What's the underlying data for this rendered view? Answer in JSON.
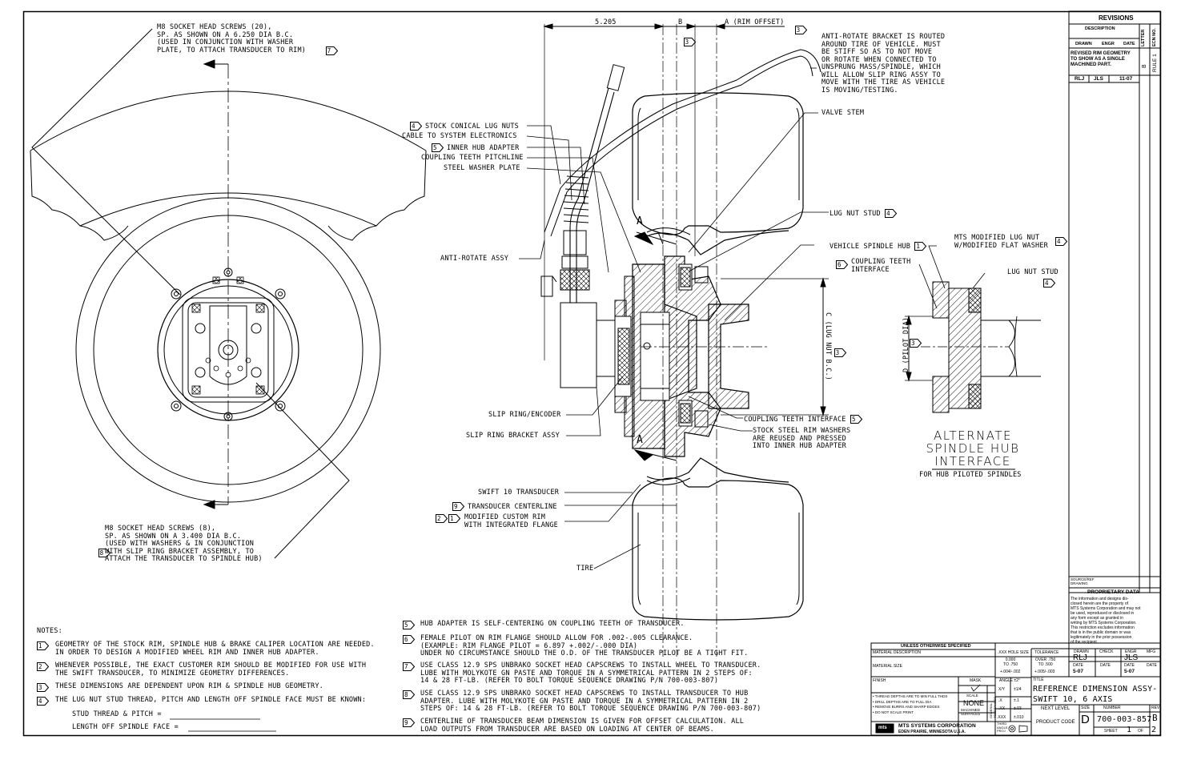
{
  "callouts": {
    "m8_20": "M8 SOCKET HEAD SCREWS (20),\nSP. AS SHOWN ON A 6.250 DIA B.C.\n(USED IN CONJUNCTION WITH WASHER\nPLATE, TO ATTACH TRANSDUCER TO RIM)",
    "m8_8": "M8 SOCKET HEAD SCREWS (8),\nSP. AS SHOWN ON A 3.400 DIA B.C.\n(USED WITH WASHERS & IN CONJUNCTION\nWITH SLIP RING BRACKET ASSEMBLY, TO\nATTACH THE TRANSDUCER TO SPINDLE HUB)",
    "m8_20_flag": "7",
    "m8_8_flag": "8",
    "dim_5205": "5.205",
    "dim_b": "B",
    "dim_a": "A (RIM OFFSET)",
    "dim_c": "C (LUG NUT B.C.)",
    "dim_d": "D (PILOT DIA)",
    "flag_3": "3",
    "section_a": "A",
    "anti_rotate_bracket": "ANTI-ROTATE BRACKET IS ROUTED\nAROUND TIRE OF VEHICLE. MUST\nBE STIFF SO AS TO NOT MOVE\nOR ROTATE WHEN CONNECTED TO\nUNSPRUNG MASS/SPINDLE, WHICH\nWILL ALLOW SLIP RING ASSY TO\nMOVE WITH THE TIRE AS VEHICLE\nIS MOVING/TESTING.",
    "valve_stem": "VALVE STEM",
    "stock_lug_nuts": "STOCK CONICAL LUG NUTS",
    "stock_lug_nuts_flag": "4",
    "cable": "CABLE TO SYSTEM ELECTRONICS",
    "inner_hub": "INNER HUB ADAPTER",
    "inner_hub_flag": "5",
    "pitchline": "COUPLING TEETH PITCHLINE",
    "washer_plate": "STEEL WASHER PLATE",
    "lug_nut_stud": "LUG NUT STUD",
    "lug_nut_stud_flag": "4",
    "vehicle_spindle_hub": "VEHICLE SPINDLE HUB",
    "vehicle_spindle_hub_flag": "1",
    "anti_rotate_assy": "ANTI-ROTATE ASSY",
    "slip_ring_encoder": "SLIP RING/ENCODER",
    "slip_ring_bracket": "SLIP RING BRACKET ASSY",
    "coupling_interface": "COUPLING TEETH INTERFACE",
    "coupling_interface_flag": "5",
    "stock_washers": "STOCK STEEL RIM WASHERS\nARE REUSED AND PRESSED\nINTO INNER HUB ADAPTER",
    "swift_transducer": "SWIFT 10 TRANSDUCER",
    "transducer_centerline": "TRANSDUCER CENTERLINE",
    "transducer_centerline_flag": "9",
    "modified_rim": "MODIFIED CUSTOM RIM\nWITH INTEGRATED FLANGE",
    "modified_rim_flags": [
      "2",
      "1"
    ],
    "tire": "TIRE",
    "mts_lug_nut": "MTS MODIFIED LUG NUT\nW/MODIFIED FLAT WASHER",
    "mts_lug_nut_flag": "4",
    "coupling_teeth_int": "COUPLING TEETH\nINTERFACE",
    "coupling_teeth_int_flag": "6",
    "lug_nut_stud_2": "LUG NUT STUD",
    "lug_nut_stud_2_flag": "4",
    "alt_title": "ALTERNATE\nSPINDLE HUB\nINTERFACE",
    "alt_sub": "FOR HUB PILOTED SPINDLES"
  },
  "notes": {
    "heading": "NOTES:",
    "items": [
      {
        "flag": "1",
        "text": "GEOMETRY OF THE STOCK RIM, SPINDLE HUB & BRAKE CALIPER LOCATION ARE NEEDED.\nIN ORDER TO DESIGN A MODIFIED WHEEL RIM AND INNER HUB ADAPTER."
      },
      {
        "flag": "2",
        "text": "WHENEVER POSSIBLE, THE EXACT CUSTOMER RIM SHOULD BE MODIFIED FOR USE WITH\nTHE SWIFT TRANSDUCER, TO MINIMIZE GEOMETRY DIFFERENCES."
      },
      {
        "flag": "3",
        "text": "THESE DIMENSIONS ARE DEPENDENT UPON RIM & SPINDLE HUB GEOMETRY."
      },
      {
        "flag": "4",
        "text": "THE LUG NUT STUD THREAD, PITCH AND LENGTH OFF SPINDLE FACE MUST BE KNOWN:"
      }
    ],
    "stud_thread": "STUD THREAD & PITCH =",
    "length_off": "LENGTH OFF SPINDLE FACE =",
    "right_items": [
      {
        "flag": "5",
        "text": "HUB ADAPTER IS SELF-CENTERING ON COUPLING TEETH OF TRANSDUCER."
      },
      {
        "flag": "6",
        "text": "FEMALE PILOT ON RIM FLANGE SHOULD ALLOW FOR .002-.005 CLEARANCE.\n(EXAMPLE: RIM FLANGE PILOT = 6.897 +.002/-.000 DIA)\nUNDER NO CIRCUMSTANCE SHOULD THE O.D. OF THE TRANSDUCER PILOT BE A TIGHT FIT."
      },
      {
        "flag": "7",
        "text": "USE CLASS 12.9 SPS UNBRAKO SOCKET HEAD CAPSCREWS TO INSTALL WHEEL TO TRANSDUCER.\nLUBE WITH MOLYKOTE GN PASTE AND TORQUE IN A SYMMETRICAL PATTERN IN 2 STEPS OF:\n14 & 28 FT-LB. (REFER TO BOLT TORQUE SEQUENCE DRAWING P/N 700-003-807)"
      },
      {
        "flag": "8",
        "text": "USE CLASS 12.9 SPS UNBRAKO SOCKET HEAD CAPSCREWS TO INSTALL TRANSDUCER TO HUB\nADAPTER. LUBE WITH MOLYKOTE GN PASTE AND TORQUE IN A SYMMETRICAL PATTERN IN 2\nSTEPS OF: 14 & 28 FT-LB. (REFER TO BOLT TORQUE SEQUENCE DRAWING P/N 700-003-807)"
      },
      {
        "flag": "9",
        "text": "CENTERLINE OF TRANSDUCER BEAM DIMENSION IS GIVEN FOR OFFSET CALCULATION. ALL\nLOAD OUTPUTS FROM TRANSDUCER ARE BASED ON LOADING AT CENTER OF BEAMS."
      }
    ]
  },
  "revisions": {
    "title": "REVISIONS",
    "description_h": "DESCRIPTION",
    "letter_h": "LETTER",
    "ecn_h": "ECN NO.",
    "drawn_h": "DRAWN",
    "engr_h": "ENGR",
    "date_h": "DATE",
    "row_desc": "REVISED RIM GEOMETRY\nTO SHOW AS A SINGLE\nMACHINED PART.",
    "row_letter": "B",
    "row_ecn": "RULE 1",
    "row_drawn": "RLJ",
    "row_engr": "JLS",
    "row_date": "11-07"
  },
  "proprietary": {
    "source": "SOURCE/REF\nDRAWING",
    "title": "PROPRIETARY DATA",
    "text": "The information and designs dis-\nclosed herein are the property of\nMTS Systems Corporation and may not\nbe used, reproduced or disclosed in\nany form except as granted in\nwriting by MTS Systems Corporation.\nThis restriction excludes information\nthat is in the public domain or was\nlegitimately in the prior possession\nof the recipient."
  },
  "titleblock": {
    "unless": "UNLESS OTHERWISE SPECIFIED",
    "material_desc": "MATERIAL DESCRIPTION",
    "material_size": "MATERIAL SIZE",
    "finish": "FINISH",
    "mask": "MASK",
    "scale_label": "SCALE",
    "scale": "NONE",
    "machined": "MACHINED\nSURFACES",
    "general_tol": "GENERAL\nTOLERANCES",
    "hole_size": ".XXX HOLE SIZE",
    "tolerance": "TOLERANCE",
    "hole_rows": [
      "0.000\nTO .750",
      "OVER .750\nTO .500"
    ],
    "hole_tol": [
      "+.004/-.002",
      "+.005/-.003"
    ],
    "angle": "ANGLE ±2°",
    "tol_rows": [
      [
        "X/Y",
        "±1/4"
      ],
      [
        ".X",
        "±.1"
      ],
      [
        ".XX",
        "±.03"
      ],
      [
        ".XXX",
        "±.010"
      ]
    ],
    "third_angle": "THIRD\nANGLE\nPROJ",
    "bullets": "• THREAD DEPTHS ARE TO MIN FULL THDS\n• DRILL DEPTHS ARE TO FULL DIA\n• REMOVE BURRS AND SHARP EDGES\n• DO NOT SCALE PRINT",
    "company": "MTS SYSTEMS CORPORATION",
    "company_loc": "EDEN PRAIRIE, MINNESOTA U.S.A.",
    "logo": "mts",
    "drawn_h": "DRAWN",
    "drawn": "RLJ",
    "check_h": "CHECK",
    "engr_h": "ENGR",
    "engr": "JLS",
    "mfg_h": "MFG",
    "date_h": "DATE",
    "drawn_date": "5-07",
    "engr_date": "5-07",
    "title_h": "TITLE",
    "title1": "REFERENCE DIMENSION ASSY-",
    "title2": "SWIFT 10, 6 AXIS",
    "next_level": "NEXT LEVEL",
    "product_code": "PRODUCT CODE",
    "size_h": "SIZE",
    "size": "D",
    "number_h": "NUMBER",
    "number": "700-003-857",
    "rev_h": "REV",
    "rev": "B",
    "sheet": "SHEET",
    "sheet_no": "1",
    "of": "OF",
    "sheet_total": "2"
  }
}
